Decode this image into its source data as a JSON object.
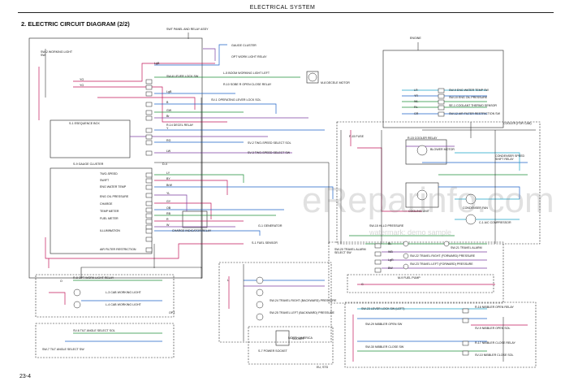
{
  "header": {
    "title": "ELECTRICAL SYSTEM"
  },
  "diagram_title": "2. ELECTRIC CIRCUIT DIAGRAM (2/2)",
  "page_number": "23-4",
  "watermark": {
    "main": "eReparinfo.com",
    "sub": "watermark: demo sample"
  },
  "sections": {
    "switch_panel": "SWT PANEL AND RELAY ASSY",
    "engine": "ENGINE",
    "cab": "COOLER (FOR CAB)",
    "north_america": "NORTH AMERICA",
    "eu_std": "EU, STD",
    "opt": "OPT."
  },
  "components": {
    "working_light_sw": "SW-2 WORKING LIGHT SW",
    "gauge_cluster": "GAUGE CLUSTER",
    "work_light_relay": "OPT WORK LIGHT RELAY",
    "lever_lock_sw": "SW-8 LEVER LOCK SW",
    "boom_light": "L-5 BOOM WORKING LIGHT LEFT",
    "flow_relay": "R-10 SOBE R OPEN CLOSE RELAY",
    "operating_lever": "SV-1 OPERATING LEVER LOCK SOL",
    "decel_motor": "M-8 DECELE MOTOR",
    "sequence_box": "S-1 ESEQUENCE BOX",
    "decel_relay": "R-14 DECEL RELAY",
    "two_speed_sol": "SV-2 TWO-SPEED SELECT SOL",
    "fuel_sol": "SV-3 TWO-SPEED SELECT SW",
    "cluster2": "S-9 GAUGE CLUSTER",
    "two_speed": "TWO-SPEED",
    "swift": "SWIFT",
    "eng_water": "ENG WATER TEMP",
    "eng_oil": "ENG OIL PRESSURE",
    "charge": "CHARGE",
    "temp_meter": "TEMP METER",
    "fuel_meter": "FUEL METER",
    "illumination": "ILLUMINATION",
    "air_filter": "AIR FILTER RESTRICTION",
    "charge_relay": "CHARGE INDICATOR RELAY",
    "generator": "G-1 GENERATOR",
    "fuel_sensor": "S-1 FUEL SENSOR",
    "water_temp": "SW-9 ENG WATER TEMP SW",
    "oil_press": "SW-10 ENG OIL PRESSURE",
    "coolant": "SE-1 COOLANT THERMO SENSOR",
    "air_restr": "SW-12 AIR FILTER RESTRICTION SW",
    "fuse": "F-15 FUSE",
    "cooler_relay": "R-15 COOLER RELAY",
    "blower": "BLOWER MOTOR",
    "cooling_unit": "COOLING UNIT",
    "condenser_relay": "CONDENSER SPEED SHIFT RELAY",
    "condenser_fan": "CONDENSER FAN",
    "compressor": "C-1 A/C COMPRESSOR",
    "pressure_sw": "SW-15 HI-LO PRESSURE",
    "travel_alarm_sel": "SW-20 TRAVEL ALARM SELECT SW",
    "travel_alarm": "SW-21 TRAVEL ALARM",
    "travel_right_fwd": "SW-22 TRAVEL RIGHT (FORWARD) PRESSURE",
    "travel_left_fwd": "SW-23 TRAVEL LEFT (FORWARD) PRESSURE",
    "travel_right_back": "SW-24 TRAVEL RIGHT (BACKWARD) PRESSURE",
    "travel_left_back": "SW-25 TRAVEL LEFT (BACKWARD) PRESSURE",
    "opt_work_relay": "R-8 OPT WORK LIGHT RELAY",
    "cab_work_light": "L-3 CAB WORKING LIGHT",
    "cab_work_light2": "L-4 CAB WORKING LIGHT",
    "tilt_angle_sol": "SV-6 TILT ANGLE SELECT SOL",
    "tilt_angle_sw": "SW-7 TILT ANGLE SELECT SW",
    "power_socket": "S-7 POWER SOCKET",
    "socket": "SOCKET",
    "nibbler_pump": "M-9 FUEL PUMP",
    "lever_lock_left": "SW-23 LEVER LOCK SW (LEFT)",
    "nibbler_open_relay": "R-16 NIBBLER OPEN RELAY",
    "nibbler_open_sw": "SW-29 NIBBLER OPEN SW",
    "nibbler_open_sol": "SV-9 NIBBLER OPEN SOL",
    "nibbler_close_sw": "SW-30 NIBBLER CLOSE SW",
    "nibbler_close_relay": "R-17 NIBBLER CLOSE RELAY",
    "nibbler_close_sol": "SV-10 NIBBLER CLOSE SOL",
    "diode": "D-4"
  },
  "wire_codes": [
    "YG",
    "YG",
    "LgB",
    "LgB",
    "B",
    "GW",
    "Br",
    "Y",
    "RG",
    "LW",
    "LY",
    "BY",
    "BrW",
    "YL",
    "GY",
    "OB",
    "RB",
    "R",
    "W",
    "LR",
    "YR",
    "WL",
    "RL",
    "GR",
    "BL",
    "WB",
    "LgR",
    "BW",
    "G",
    "L",
    "O"
  ],
  "colors": {
    "red": "#c2185b",
    "blue": "#1e63c8",
    "green": "#1f8f3a",
    "purple": "#7b3fa0",
    "cyan": "#1aa3c7",
    "black": "#111111"
  }
}
